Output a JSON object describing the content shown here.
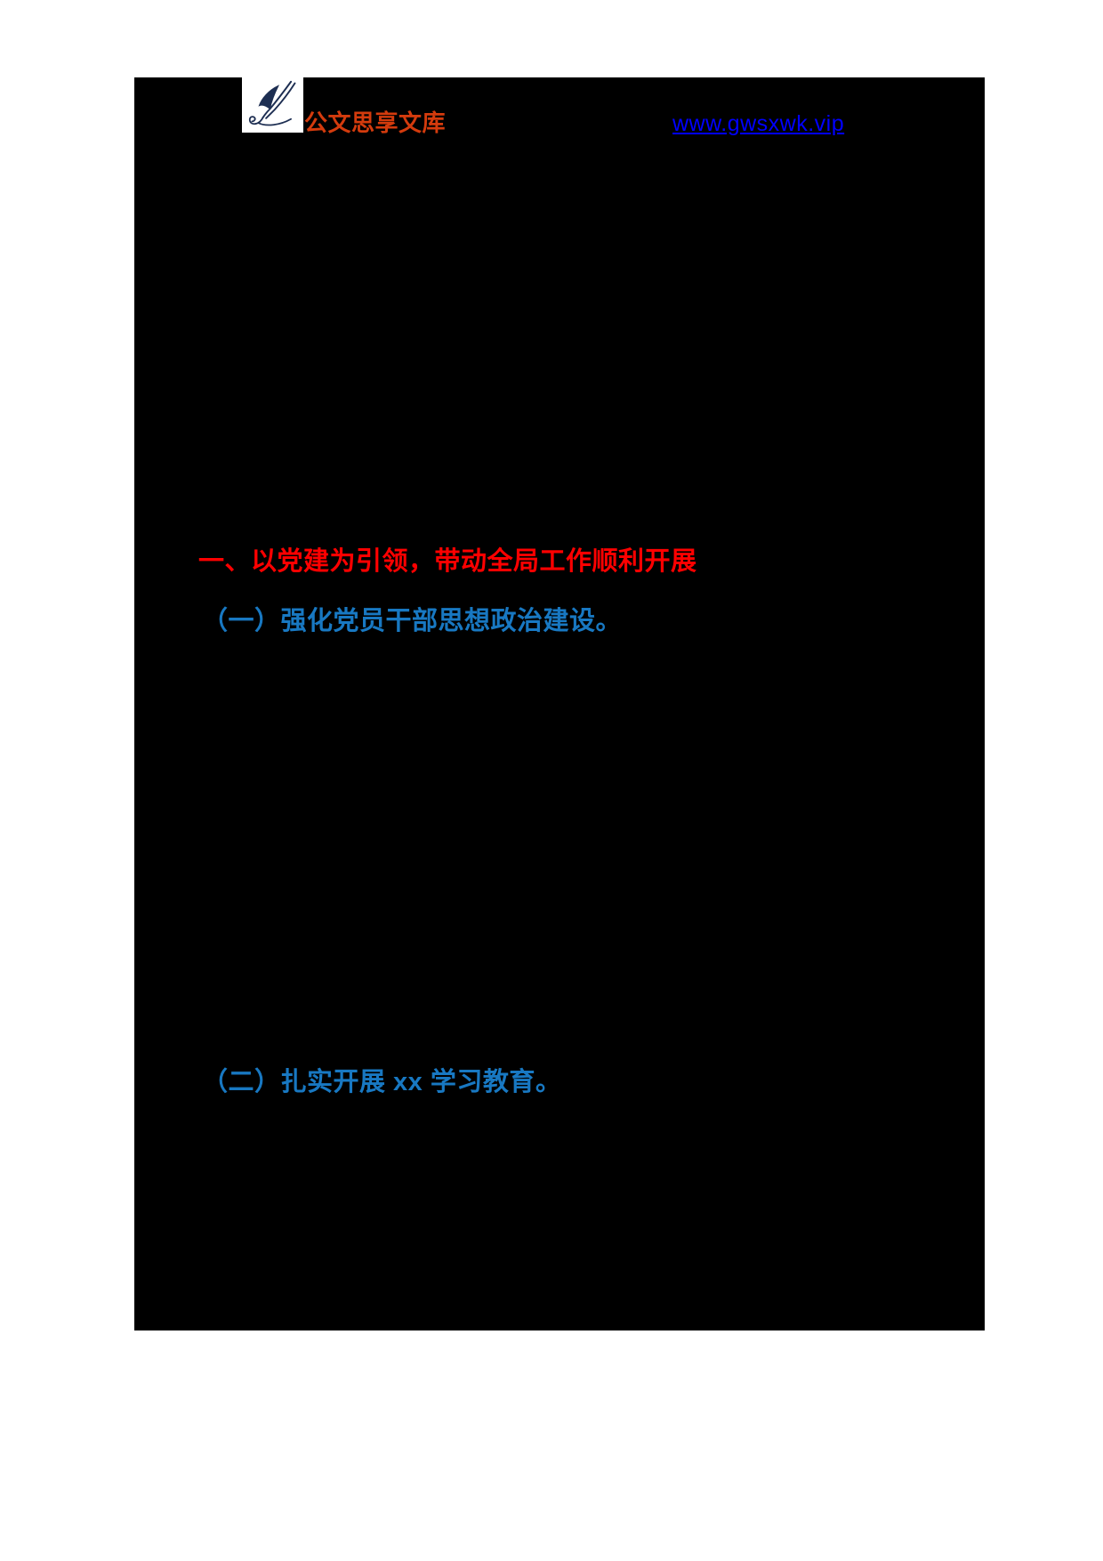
{
  "page": {
    "background_color": "#ffffff",
    "canvas_color": "#000000"
  },
  "header": {
    "logo": {
      "icon": "quill-pen-icon",
      "box_color": "#ffffff",
      "icon_color": "#1d2e52"
    },
    "brand_text": "公文思享文库",
    "brand_color": "#d43b0d",
    "site_link": {
      "text": "www.gwsxwk.vip",
      "color": "#0000ff"
    }
  },
  "body": {
    "heading": {
      "text": "一、以党建为引领，带动全局工作顺利开展",
      "color": "#ff0000"
    },
    "subheadings": [
      {
        "text": "（一）强化党员干部思想政治建设。",
        "color": "#1878c2"
      },
      {
        "text": "（二）扎实开展 xx 学习教育。",
        "color": "#1878c2"
      }
    ]
  }
}
